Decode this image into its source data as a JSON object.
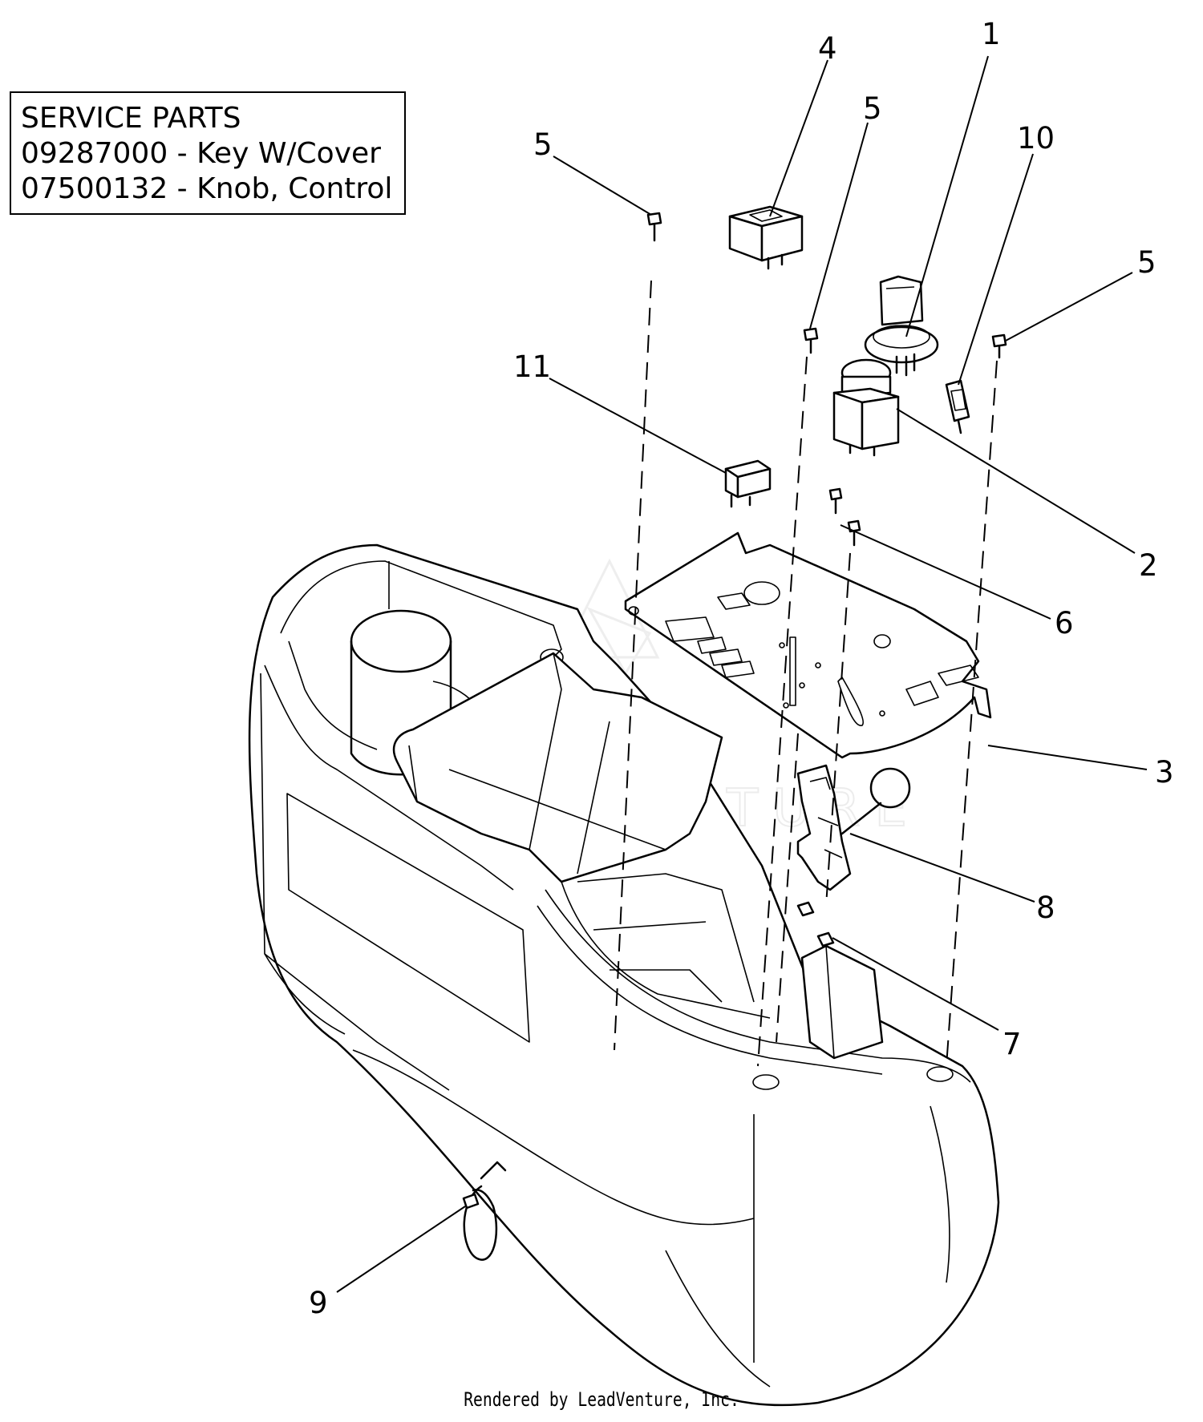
{
  "service_parts": {
    "heading": "SERVICE PARTS",
    "items": [
      "09287000 - Key W/Cover",
      "07500132 - Knob, Control"
    ]
  },
  "callouts": {
    "c1": "1",
    "c2": "2",
    "c3": "3",
    "c4": "4",
    "c5a": "5",
    "c5b": "5",
    "c5c": "5",
    "c6": "6",
    "c7": "7",
    "c8": "8",
    "c9": "9",
    "c10": "10",
    "c11": "11"
  },
  "watermark": "LEADVENTURE",
  "footer": "Rendered by LeadVenture, Inc."
}
